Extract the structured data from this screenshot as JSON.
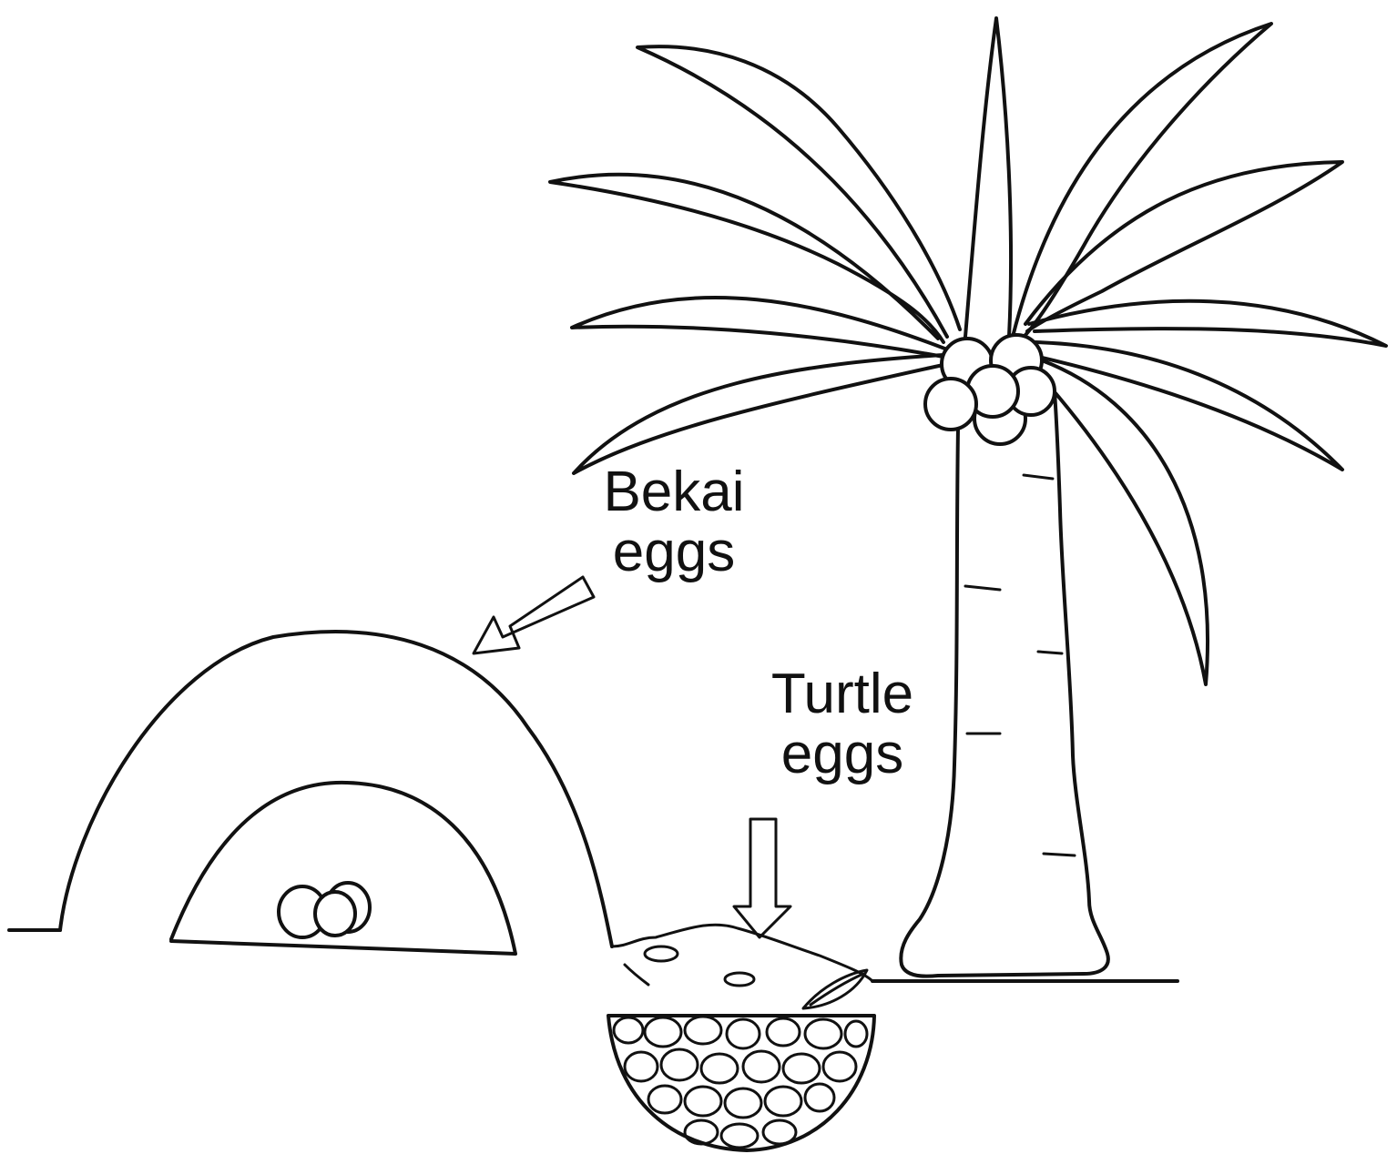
{
  "labels": {
    "bekai": {
      "line1": "Bekai",
      "line2": "eggs"
    },
    "turtle": {
      "line1": "Turtle",
      "line2": "eggs"
    }
  },
  "colors": {
    "ink": "#111111",
    "paper": "#ffffff"
  },
  "icons": [
    "palm-tree-icon",
    "coconut-icon",
    "mound-icon",
    "egg-icon",
    "arrow-icon",
    "leaf-icon"
  ]
}
